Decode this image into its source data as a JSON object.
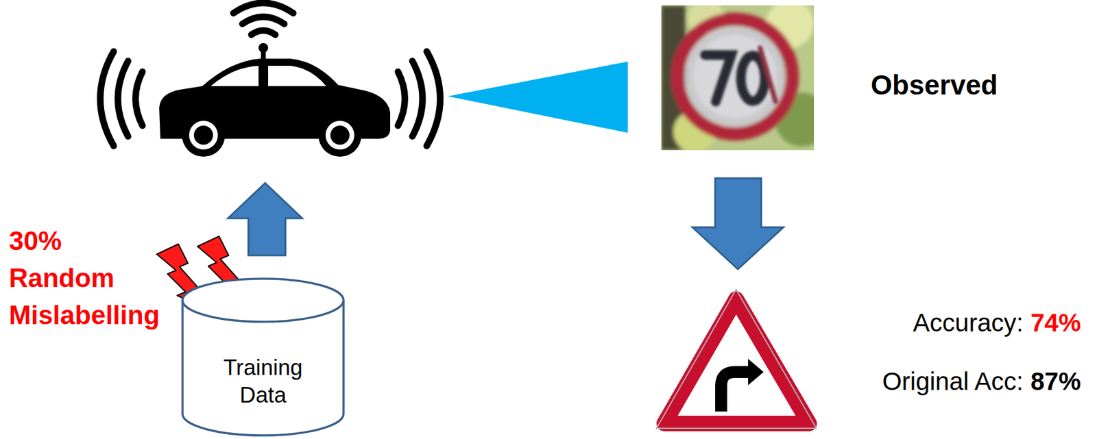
{
  "diagram": {
    "nodes": [
      {
        "text": [
          "Training Data"
        ]
      }
    ],
    "labels": [
      "30% Random Mislabelling",
      "Observed",
      "Accuracy:",
      "74%",
      "Original Acc:",
      "87%"
    ]
  }
}
